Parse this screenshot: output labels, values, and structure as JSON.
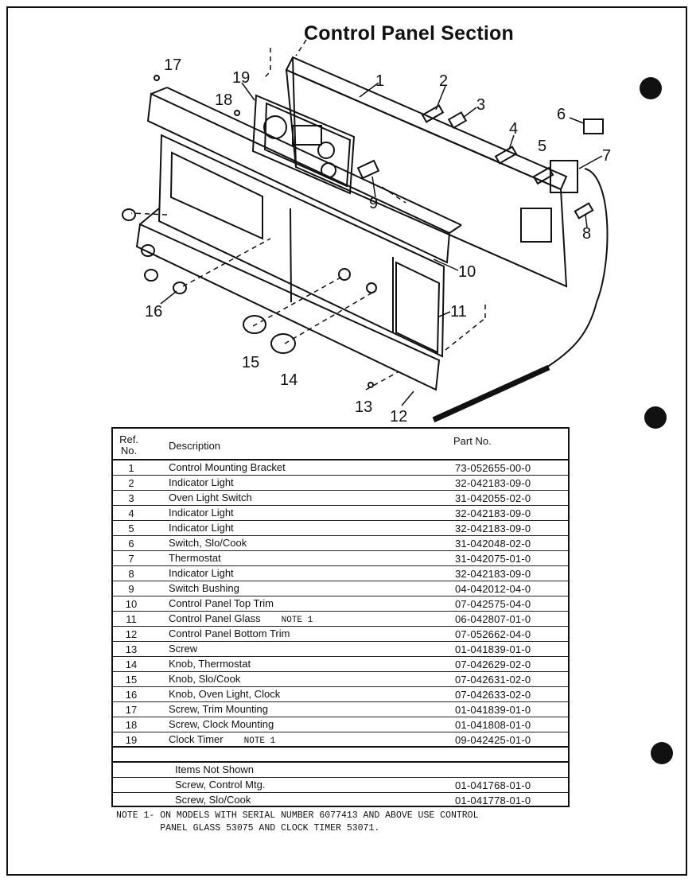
{
  "title": "Control Panel Section",
  "callouts": [
    "1",
    "2",
    "3",
    "4",
    "5",
    "6",
    "7",
    "8",
    "9",
    "10",
    "11",
    "12",
    "13",
    "14",
    "15",
    "16",
    "17",
    "18",
    "19"
  ],
  "table": {
    "headers": {
      "ref": "Ref.\nNo.",
      "description": "Description",
      "part_no": "Part No."
    },
    "rows": [
      {
        "ref": "1",
        "description": "Control Mounting Bracket",
        "part_no": "73-052655-00-0",
        "note": ""
      },
      {
        "ref": "2",
        "description": "Indicator Light",
        "part_no": "32-042183-09-0",
        "note": ""
      },
      {
        "ref": "3",
        "description": "Oven Light Switch",
        "part_no": "31-042055-02-0",
        "note": ""
      },
      {
        "ref": "4",
        "description": "Indicator Light",
        "part_no": "32-042183-09-0",
        "note": ""
      },
      {
        "ref": "5",
        "description": "Indicator Light",
        "part_no": "32-042183-09-0",
        "note": ""
      },
      {
        "ref": "6",
        "description": "Switch, Slo/Cook",
        "part_no": "31-042048-02-0",
        "note": ""
      },
      {
        "ref": "7",
        "description": "Thermostat",
        "part_no": "31-042075-01-0",
        "note": ""
      },
      {
        "ref": "8",
        "description": "Indicator Light",
        "part_no": "32-042183-09-0",
        "note": ""
      },
      {
        "ref": "9",
        "description": "Switch Bushing",
        "part_no": "04-042012-04-0",
        "note": ""
      },
      {
        "ref": "10",
        "description": "Control Panel Top Trim",
        "part_no": "07-042575-04-0",
        "note": ""
      },
      {
        "ref": "11",
        "description": "Control Panel Glass",
        "part_no": "06-042807-01-0",
        "note": "NOTE 1"
      },
      {
        "ref": "12",
        "description": "Control Panel Bottom Trim",
        "part_no": "07-052662-04-0",
        "note": ""
      },
      {
        "ref": "13",
        "description": "Screw",
        "part_no": "01-041839-01-0",
        "note": ""
      },
      {
        "ref": "14",
        "description": "Knob, Thermostat",
        "part_no": "07-042629-02-0",
        "note": ""
      },
      {
        "ref": "15",
        "description": "Knob, Slo/Cook",
        "part_no": "07-042631-02-0",
        "note": ""
      },
      {
        "ref": "16",
        "description": "Knob, Oven Light, Clock",
        "part_no": "07-042633-02-0",
        "note": ""
      },
      {
        "ref": "17",
        "description": "Screw, Trim Mounting",
        "part_no": "01-041839-01-0",
        "note": ""
      },
      {
        "ref": "18",
        "description": "Screw, Clock Mounting",
        "part_no": "01-041808-01-0",
        "note": ""
      },
      {
        "ref": "19",
        "description": "Clock Timer",
        "part_no": "09-042425-01-0",
        "note": "NOTE 1"
      },
      {
        "ref": "",
        "description": "",
        "part_no": "",
        "note": ""
      },
      {
        "ref": "",
        "description": "Items Not Shown",
        "part_no": "",
        "note": ""
      },
      {
        "ref": "",
        "description": "Screw, Control Mtg.",
        "part_no": "01-041768-01-0",
        "note": ""
      },
      {
        "ref": "",
        "description": "Screw, Slo/Cook",
        "part_no": "01-041778-01-0",
        "note": ""
      }
    ]
  },
  "footnote": "NOTE 1- ON MODELS WITH SERIAL NUMBER 6077413 AND ABOVE USE CONTROL\n        PANEL GLASS 53075 AND CLOCK TIMER 53071."
}
